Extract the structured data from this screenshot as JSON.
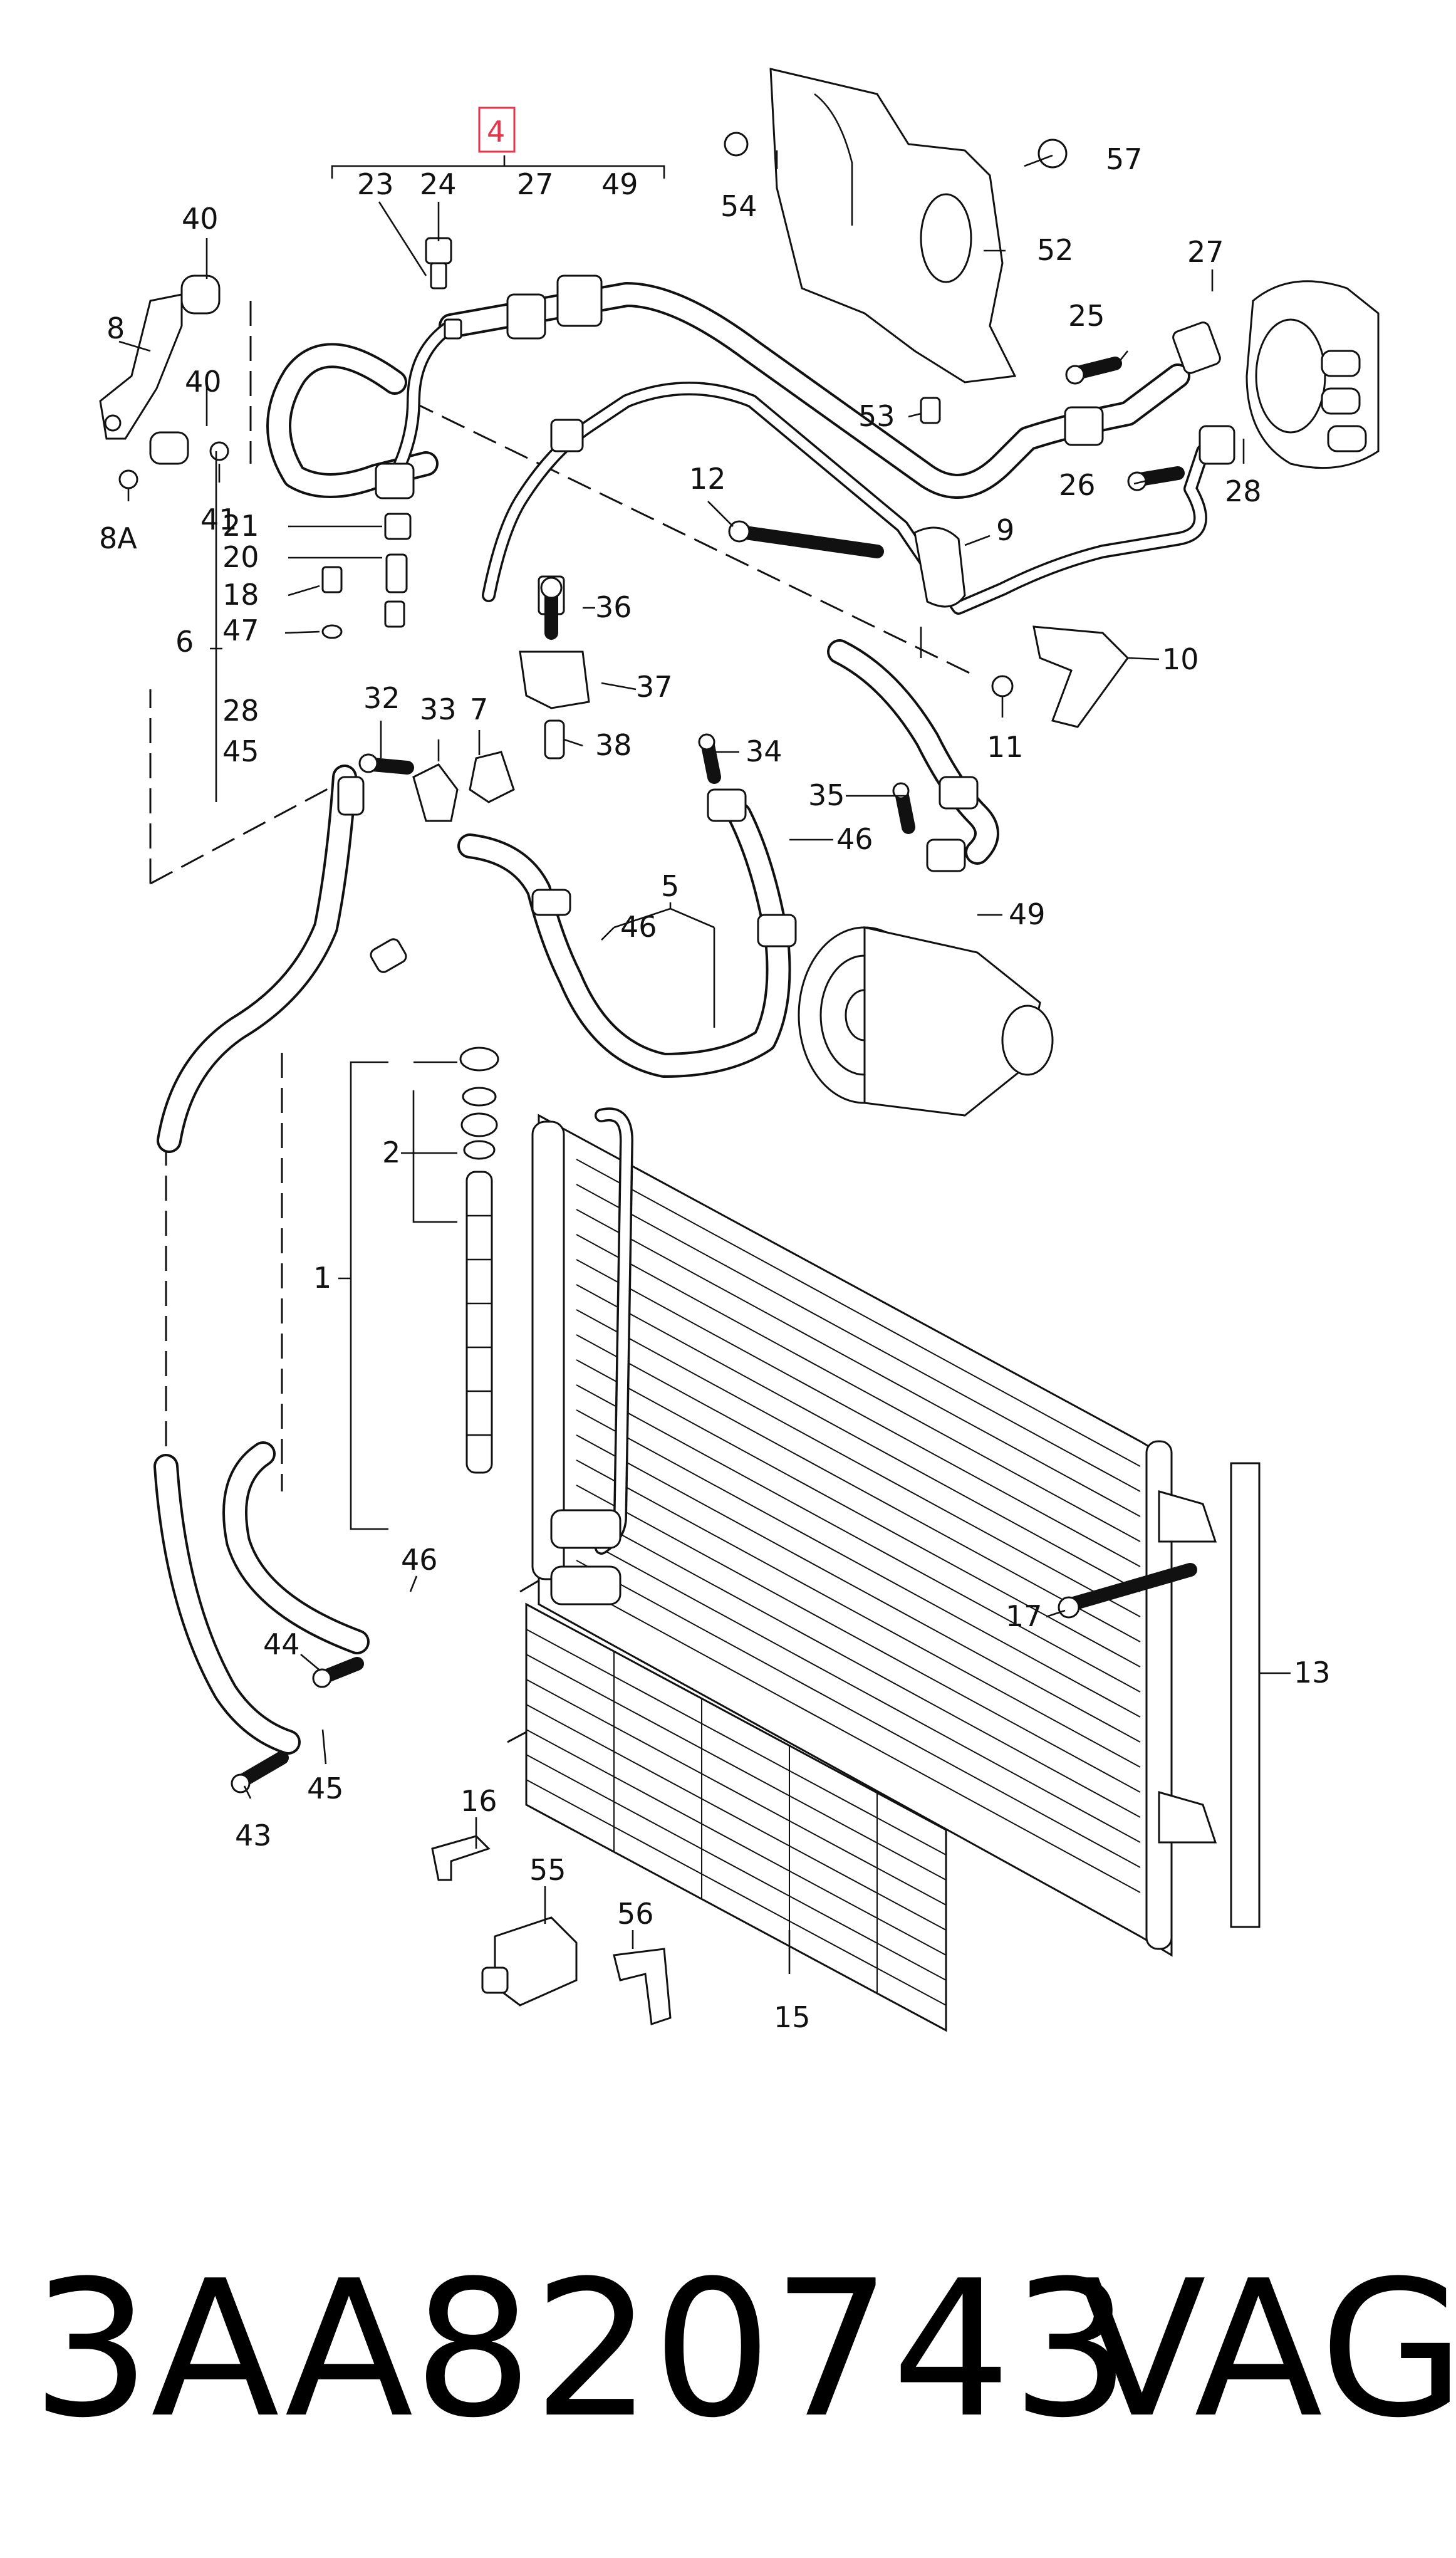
{
  "highlight_color": "#e8334a",
  "callouts": {
    "c1": "1",
    "c2": "2",
    "c4": "4",
    "c5": "5",
    "c6": "6",
    "c7": "7",
    "c8": "8",
    "c8A": "8A",
    "c9": "9",
    "c10": "10",
    "c11": "11",
    "c12": "12",
    "c13": "13",
    "c15": "15",
    "c16": "16",
    "c17": "17",
    "c18": "18",
    "c20": "20",
    "c21": "21",
    "c23": "23",
    "c24": "24",
    "c25": "25",
    "c26": "26",
    "c27": "27",
    "c28": "28",
    "c32": "32",
    "c33": "33",
    "c34": "34",
    "c35": "35",
    "c36": "36",
    "c37": "37",
    "c38": "38",
    "c40": "40",
    "c41": "41",
    "c43": "43",
    "c44": "44",
    "c45": "45",
    "c46": "46",
    "c47": "47",
    "c49": "49",
    "c52": "52",
    "c53": "53",
    "c54": "54",
    "c55": "55",
    "c56": "56",
    "c57": "57"
  },
  "footer": {
    "part_number": "3AA820743",
    "brand": "VAG"
  }
}
